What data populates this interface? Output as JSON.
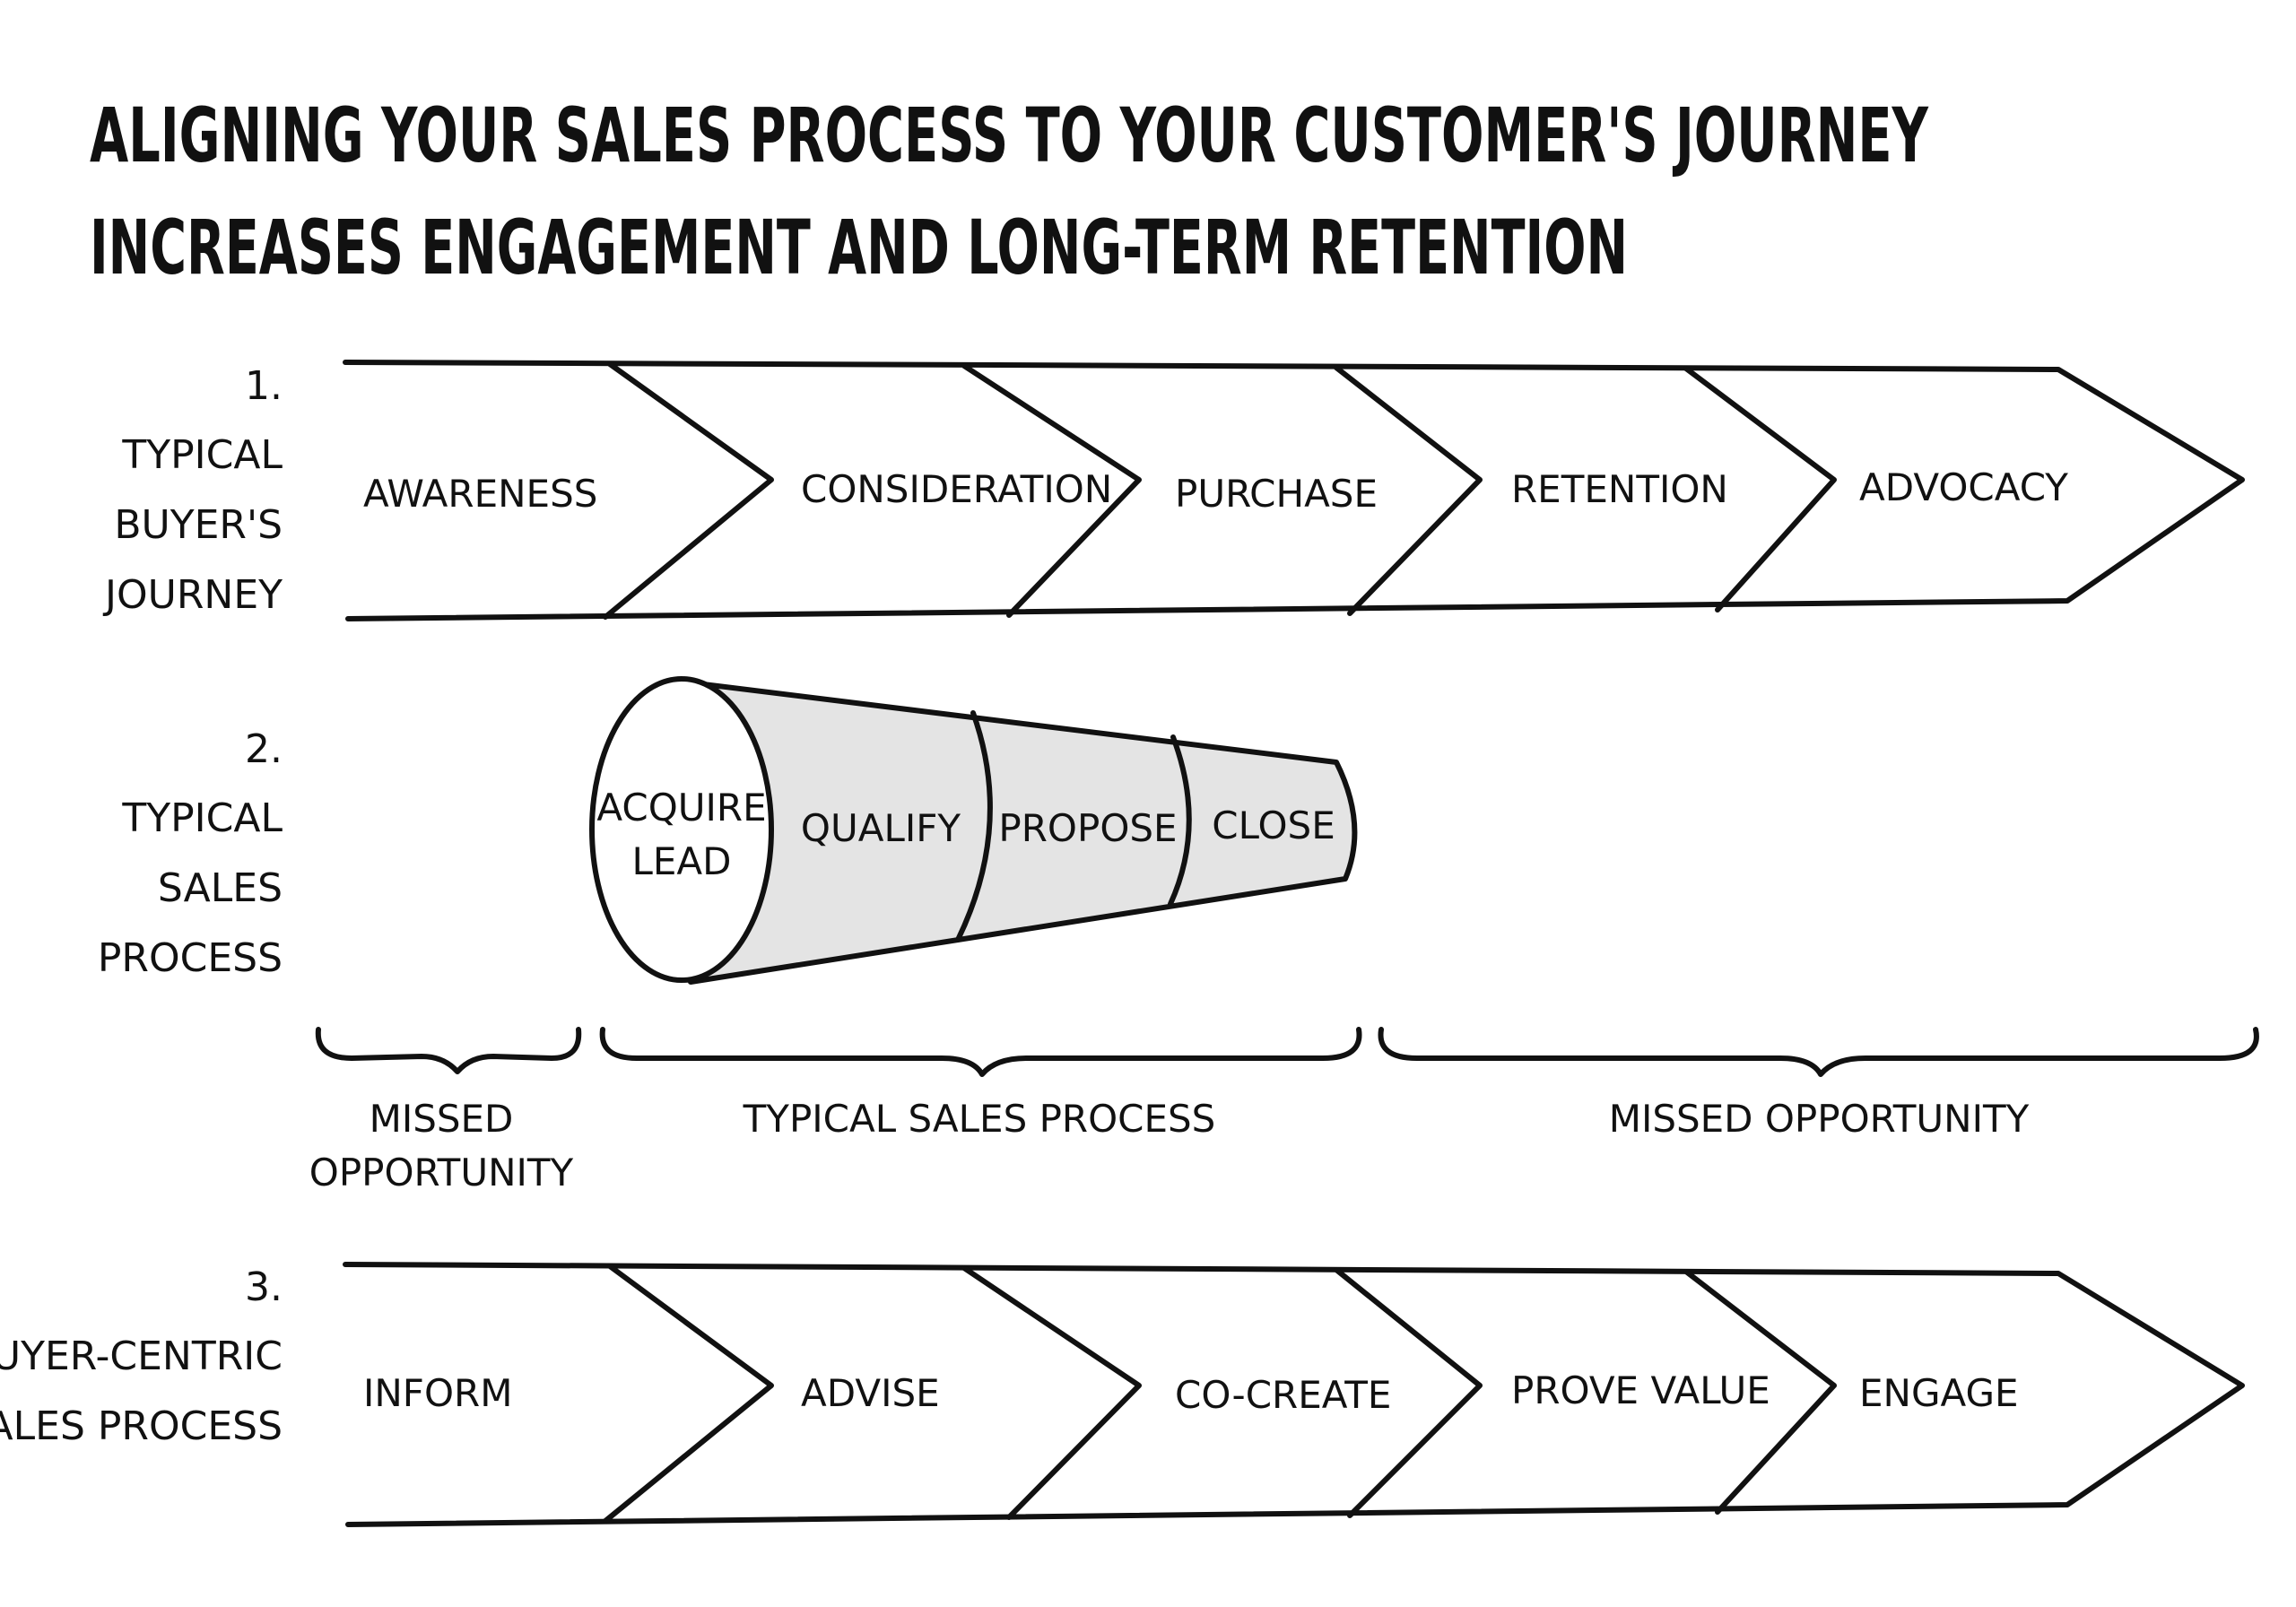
{
  "title": {
    "line1": "ALIGNING YOUR SALES PROCESS TO YOUR CUSTOMER'S JOURNEY",
    "line2": "INCREASES ENGAGEMENT AND LONG-TERM RETENTION"
  },
  "row1": {
    "number": "1.",
    "label_lines": [
      "TYPICAL",
      "BUYER'S",
      "JOURNEY"
    ],
    "stages": [
      "AWARENESS",
      "CONSIDERATION",
      "PURCHASE",
      "RETENTION",
      "ADVOCACY"
    ]
  },
  "row2": {
    "number": "2.",
    "label_lines": [
      "TYPICAL",
      "SALES",
      "PROCESS"
    ],
    "funnel_first_stage_lines": [
      "ACQUIRE",
      "LEAD"
    ],
    "funnel_stages": [
      "QUALIFY",
      "PROPOSE",
      "CLOSE"
    ]
  },
  "braces": {
    "left_lines": [
      "MISSED",
      "OPPORTUNITY"
    ],
    "middle": "TYPICAL SALES PROCESS",
    "right": "MISSED OPPORTUNITY"
  },
  "row3": {
    "number": "3.",
    "label_lines": [
      "BUYER-CENTRIC",
      "SALES PROCESS"
    ],
    "stages": [
      "INFORM",
      "ADVISE",
      "CO-CREATE",
      "PROVE VALUE",
      "ENGAGE"
    ]
  },
  "colors": {
    "ink": "#111111",
    "funnel_fill": "#e4e4e4",
    "background": "#ffffff"
  }
}
